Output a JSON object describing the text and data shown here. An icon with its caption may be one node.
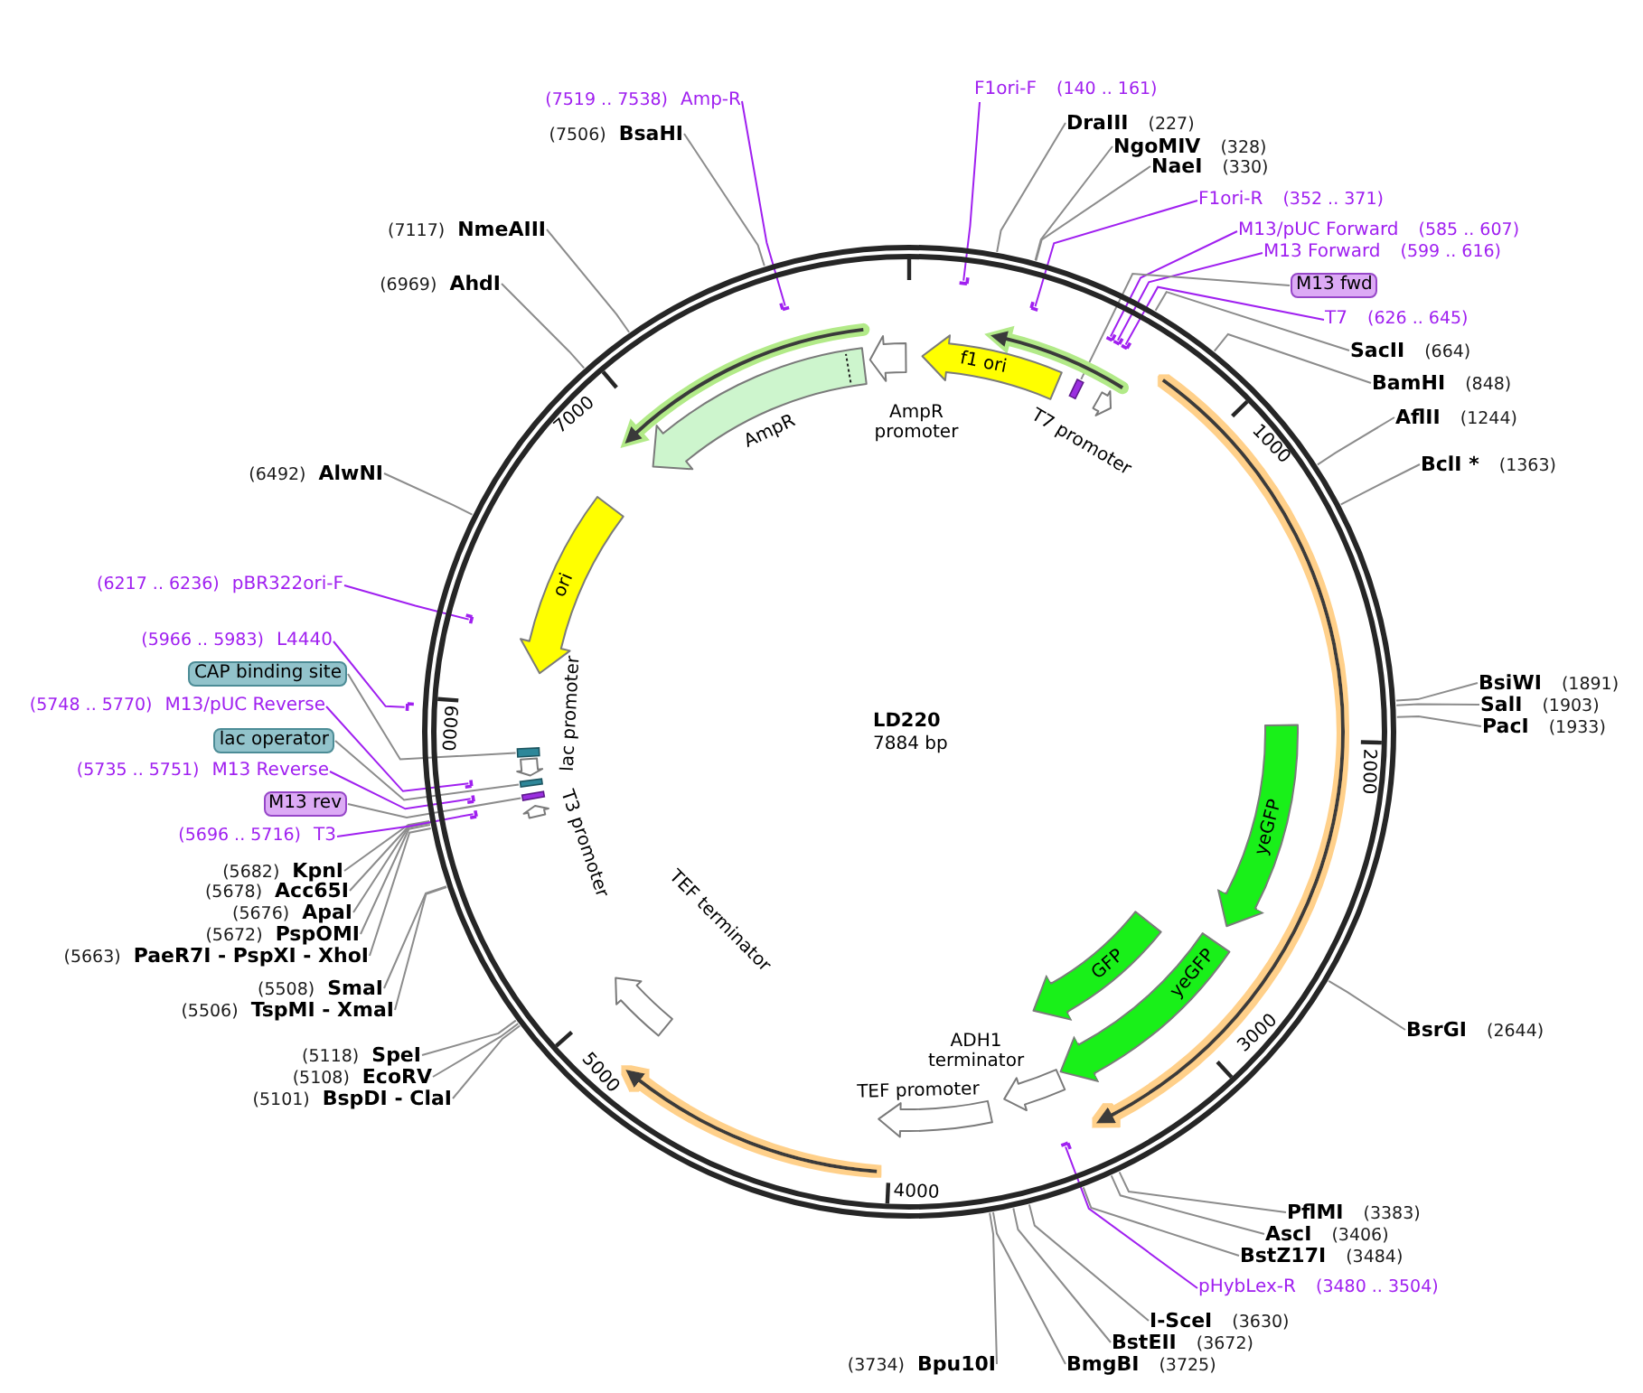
{
  "diagram": {
    "title": "LD220",
    "nodes": [
      {
        "text": [
          "F1ori-F",
          "(140 .. 161)"
        ]
      },
      {
        "text": [
          "DraIII",
          "(227)"
        ]
      },
      {
        "text": [
          "NgoMIV",
          "(328)"
        ]
      },
      {
        "text": [
          "NaeI",
          "(330)"
        ]
      },
      {
        "text": [
          "F1ori-R",
          "(352 .. 371)"
        ]
      },
      {
        "text": [
          "M13/pUC Forward",
          "(585 .. 607)"
        ]
      },
      {
        "text": [
          "M13 Forward",
          "(599 .. 616)"
        ]
      },
      {
        "text": [
          "M13 fwd"
        ]
      },
      {
        "text": [
          "T7",
          "(626 .. 645)"
        ]
      },
      {
        "text": [
          "SacII",
          "(664)"
        ]
      },
      {
        "text": [
          "BamHI",
          "(848)"
        ]
      },
      {
        "text": [
          "AflII",
          "(1244)"
        ]
      },
      {
        "text": [
          "BclI *",
          "(1363)"
        ]
      },
      {
        "text": [
          "BsiWI",
          "(1891)"
        ]
      },
      {
        "text": [
          "SalI",
          "(1903)"
        ]
      },
      {
        "text": [
          "PacI",
          "(1933)"
        ]
      },
      {
        "text": [
          "BsrGI",
          "(2644)"
        ]
      },
      {
        "text": [
          "PflMI",
          "(3383)"
        ]
      },
      {
        "text": [
          "AscI",
          "(3406)"
        ]
      },
      {
        "text": [
          "BstZ17I",
          "(3484)"
        ]
      },
      {
        "text": [
          "pHybLex-R",
          "(3480 .. 3504)"
        ]
      },
      {
        "text": [
          "I-SceI",
          "(3630)"
        ]
      },
      {
        "text": [
          "BstEII",
          "(3672)"
        ]
      },
      {
        "text": [
          "BmgBI",
          "(3725)"
        ]
      },
      {
        "text": [
          "(3734)",
          "Bpu10I"
        ]
      },
      {
        "text": [
          "(5101)",
          "BspDI - ClaI"
        ]
      },
      {
        "text": [
          "(5108)",
          "EcoRV"
        ]
      },
      {
        "text": [
          "(5118)",
          "SpeI"
        ]
      },
      {
        "text": [
          "(5506)",
          "TspMI - XmaI"
        ]
      },
      {
        "text": [
          "(5508)",
          "SmaI"
        ]
      },
      {
        "text": [
          "(5663)",
          "PaeR7I - PspXI - XhoI"
        ]
      },
      {
        "text": [
          "(5672)",
          "PspOMI"
        ]
      },
      {
        "text": [
          "(5676)",
          "ApaI"
        ]
      },
      {
        "text": [
          "(5678)",
          "Acc65I"
        ]
      },
      {
        "text": [
          "(5682)",
          "KpnI"
        ]
      },
      {
        "text": [
          "(5696 .. 5716)",
          "T3"
        ]
      },
      {
        "text": [
          "M13 rev"
        ]
      },
      {
        "text": [
          "(5735 .. 5751)",
          "M13 Reverse"
        ]
      },
      {
        "text": [
          "lac operator"
        ]
      },
      {
        "text": [
          "(5748 .. 5770)",
          "M13/pUC Reverse"
        ]
      },
      {
        "text": [
          "CAP binding site"
        ]
      },
      {
        "text": [
          "(5966 .. 5983)",
          "L4440"
        ]
      },
      {
        "text": [
          "(6217 .. 6236)",
          "pBR322ori-F"
        ]
      },
      {
        "text": [
          "(6492)",
          "AlwNI"
        ]
      },
      {
        "text": [
          "(6969)",
          "AhdI"
        ]
      },
      {
        "text": [
          "(7117)",
          "NmeAIII"
        ]
      },
      {
        "text": [
          "(7506)",
          "BsaHI"
        ]
      },
      {
        "text": [
          "(7519 .. 7538)",
          "Amp-R"
        ]
      },
      {
        "text": [],
        "shape": "bar"
      },
      {
        "text": [],
        "shape": "bar"
      },
      {
        "text": [],
        "shape": "bar"
      },
      {
        "text": [],
        "shape": "bar"
      },
      {
        "text": [],
        "shape": "bar"
      },
      {
        "text": [],
        "shape": "bar"
      },
      {
        "text": [],
        "shape": "bar"
      },
      {
        "text": [],
        "shape": "bar"
      },
      {
        "text": [],
        "shape": "bar"
      },
      {
        "text": [],
        "shape": "bar"
      },
      {
        "text": [],
        "shape": "bar"
      },
      {
        "text": [],
        "shape": "bar"
      },
      {
        "text": [],
        "shape": "box"
      },
      {
        "text": [],
        "shape": "box"
      },
      {
        "text": [],
        "shape": "box"
      },
      {
        "text": [],
        "shape": "box"
      },
      {
        "text": [
          "f1 ori"
        ]
      },
      {
        "text": [
          "T7 promoter"
        ]
      },
      {
        "text": [
          "yeGFP"
        ]
      },
      {
        "text": [
          "yeGFP"
        ]
      },
      {
        "text": [
          "GFP"
        ]
      },
      {
        "text": [
          "ADH1 terminator"
        ]
      },
      {
        "text": [
          "TEF promoter"
        ]
      },
      {
        "text": [
          "TEF terminator"
        ]
      },
      {
        "text": [
          "T3 promoter"
        ]
      },
      {
        "text": [
          "lac promoter"
        ]
      },
      {
        "text": [
          "ori"
        ]
      },
      {
        "text": [
          "AmpR"
        ]
      },
      {
        "text": [
          "AmpR promoter"
        ]
      }
    ],
    "edges": [
      {
        "from": 0,
        "to": 48,
        "arrow": "none",
        "color": "#a020f0"
      },
      {
        "from": 1,
        "to": null,
        "arrow": "none"
      },
      {
        "from": 2,
        "to": null,
        "arrow": "none"
      },
      {
        "from": 3,
        "to": null,
        "arrow": "none"
      },
      {
        "from": 4,
        "to": 49,
        "arrow": "none",
        "color": "#a020f0"
      },
      {
        "from": 5,
        "to": 50,
        "arrow": "none",
        "color": "#a020f0"
      },
      {
        "from": 6,
        "to": 51,
        "arrow": "none",
        "color": "#a020f0"
      },
      {
        "from": 7,
        "to": 60,
        "arrow": "none"
      },
      {
        "from": 8,
        "to": 52,
        "arrow": "none",
        "color": "#a020f0"
      },
      {
        "from": 9,
        "to": null,
        "arrow": "none"
      },
      {
        "from": 10,
        "to": null,
        "arrow": "none"
      },
      {
        "from": 11,
        "to": null,
        "arrow": "none"
      },
      {
        "from": 12,
        "to": null,
        "arrow": "none"
      },
      {
        "from": 13,
        "to": null,
        "arrow": "none"
      },
      {
        "from": 14,
        "to": null,
        "arrow": "none"
      },
      {
        "from": 15,
        "to": null,
        "arrow": "none"
      },
      {
        "from": 16,
        "to": null,
        "arrow": "none"
      },
      {
        "from": 17,
        "to": null,
        "arrow": "none"
      },
      {
        "from": 18,
        "to": null,
        "arrow": "none"
      },
      {
        "from": 19,
        "to": null,
        "arrow": "none"
      },
      {
        "from": 20,
        "to": 53,
        "arrow": "none",
        "color": "#a020f0"
      },
      {
        "from": 21,
        "to": null,
        "arrow": "none"
      },
      {
        "from": 22,
        "to": null,
        "arrow": "none"
      },
      {
        "from": 23,
        "to": null,
        "arrow": "none"
      },
      {
        "from": 24,
        "to": null,
        "arrow": "none"
      },
      {
        "from": 25,
        "to": null,
        "arrow": "none"
      },
      {
        "from": 26,
        "to": null,
        "arrow": "none"
      },
      {
        "from": 27,
        "to": null,
        "arrow": "none"
      },
      {
        "from": 28,
        "to": null,
        "arrow": "none"
      },
      {
        "from": 29,
        "to": null,
        "arrow": "none"
      },
      {
        "from": 30,
        "to": null,
        "arrow": "none"
      },
      {
        "from": 31,
        "to": null,
        "arrow": "none"
      },
      {
        "from": 32,
        "to": null,
        "arrow": "none"
      },
      {
        "from": 33,
        "to": null,
        "arrow": "none"
      },
      {
        "from": 34,
        "to": null,
        "arrow": "none"
      },
      {
        "from": 35,
        "to": 54,
        "arrow": "none",
        "color": "#a020f0"
      },
      {
        "from": 36,
        "to": 61,
        "arrow": "none"
      },
      {
        "from": 37,
        "to": 55,
        "arrow": "none",
        "color": "#a020f0"
      },
      {
        "from": 38,
        "to": 62,
        "arrow": "none"
      },
      {
        "from": 39,
        "to": 56,
        "arrow": "none",
        "color": "#a020f0"
      },
      {
        "from": 40,
        "to": 63,
        "arrow": "none"
      },
      {
        "from": 41,
        "to": 57,
        "arrow": "none",
        "color": "#a020f0"
      },
      {
        "from": 42,
        "to": 58,
        "arrow": "none",
        "color": "#a020f0"
      },
      {
        "from": 43,
        "to": null,
        "arrow": "none"
      },
      {
        "from": 44,
        "to": null,
        "arrow": "none"
      },
      {
        "from": 45,
        "to": null,
        "arrow": "none"
      },
      {
        "from": 46,
        "to": null,
        "arrow": "none"
      },
      {
        "from": 47,
        "to": 59,
        "arrow": "none",
        "color": "#a020f0"
      }
    ],
    "labels": [
      "7884 bp",
      "1000",
      "2000",
      "3000",
      "4000",
      "5000",
      "6000",
      "7000"
    ]
  }
}
